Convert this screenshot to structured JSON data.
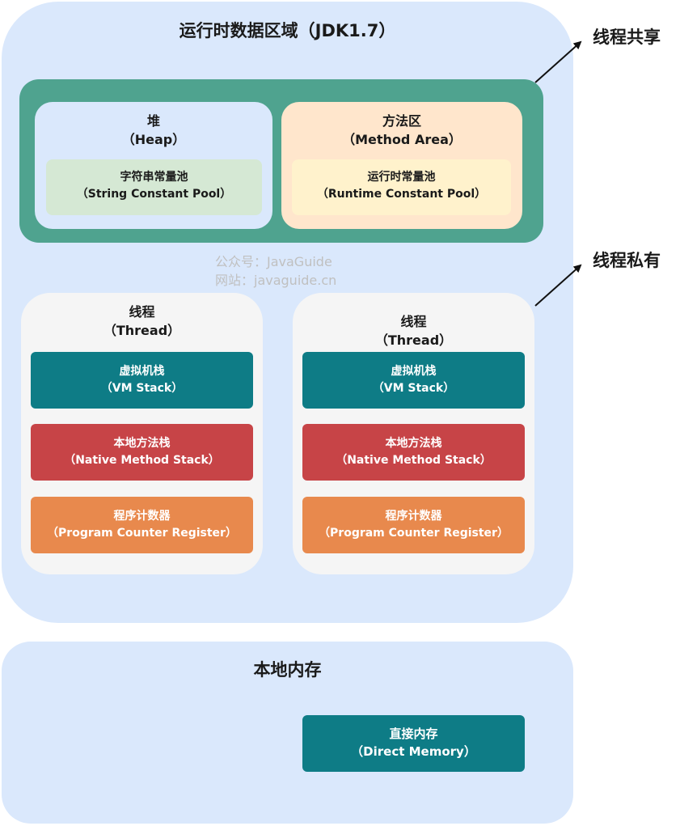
{
  "runtime": {
    "title": "运行时数据区域（JDK1.7）",
    "heap": {
      "title_zh": "堆",
      "title_en": "（Heap）",
      "pool_zh": "字符串常量池",
      "pool_en": "（String Constant Pool）"
    },
    "method_area": {
      "title_zh": "方法区",
      "title_en": "（Method Area）",
      "pool_zh": "运行时常量池",
      "pool_en": "（Runtime Constant Pool）"
    },
    "threads": [
      {
        "title_zh": "线程",
        "title_en": "（Thread）",
        "vm_zh": "虚拟机栈",
        "vm_en": "（VM Stack）",
        "native_zh": "本地方法栈",
        "native_en": "（Native Method Stack）",
        "pc_zh": "程序计数器",
        "pc_en": "（Program Counter Register）"
      },
      {
        "title_zh": "线程",
        "title_en": "（Thread）",
        "vm_zh": "虚拟机栈",
        "vm_en": "（VM Stack）",
        "native_zh": "本地方法栈",
        "native_en": "（Native Method Stack）",
        "pc_zh": "程序计数器",
        "pc_en": "（Program Counter Register）"
      }
    ]
  },
  "watermark": {
    "line1": "公众号：JavaGuide",
    "line2": "网站：javaguide.cn"
  },
  "labels": {
    "shared": "线程共享",
    "private": "线程私有"
  },
  "native_memory": {
    "title": "本地内存",
    "direct_zh": "直接内存",
    "direct_en": "（Direct Memory）"
  },
  "colors": {
    "runtime_bg": "#dae8fc",
    "shared_border": "#4fa38f",
    "heap_bg": "#dae8fc",
    "string_pool_bg": "#d5e8d4",
    "method_bg": "#ffe6cc",
    "runtime_pool_bg": "#fff2cc",
    "thread_bg": "#f5f5f5",
    "vm_stack": "#0e7c86",
    "native_stack": "#c74447",
    "program_counter": "#e8894d",
    "direct_memory": "#0e7c86"
  }
}
